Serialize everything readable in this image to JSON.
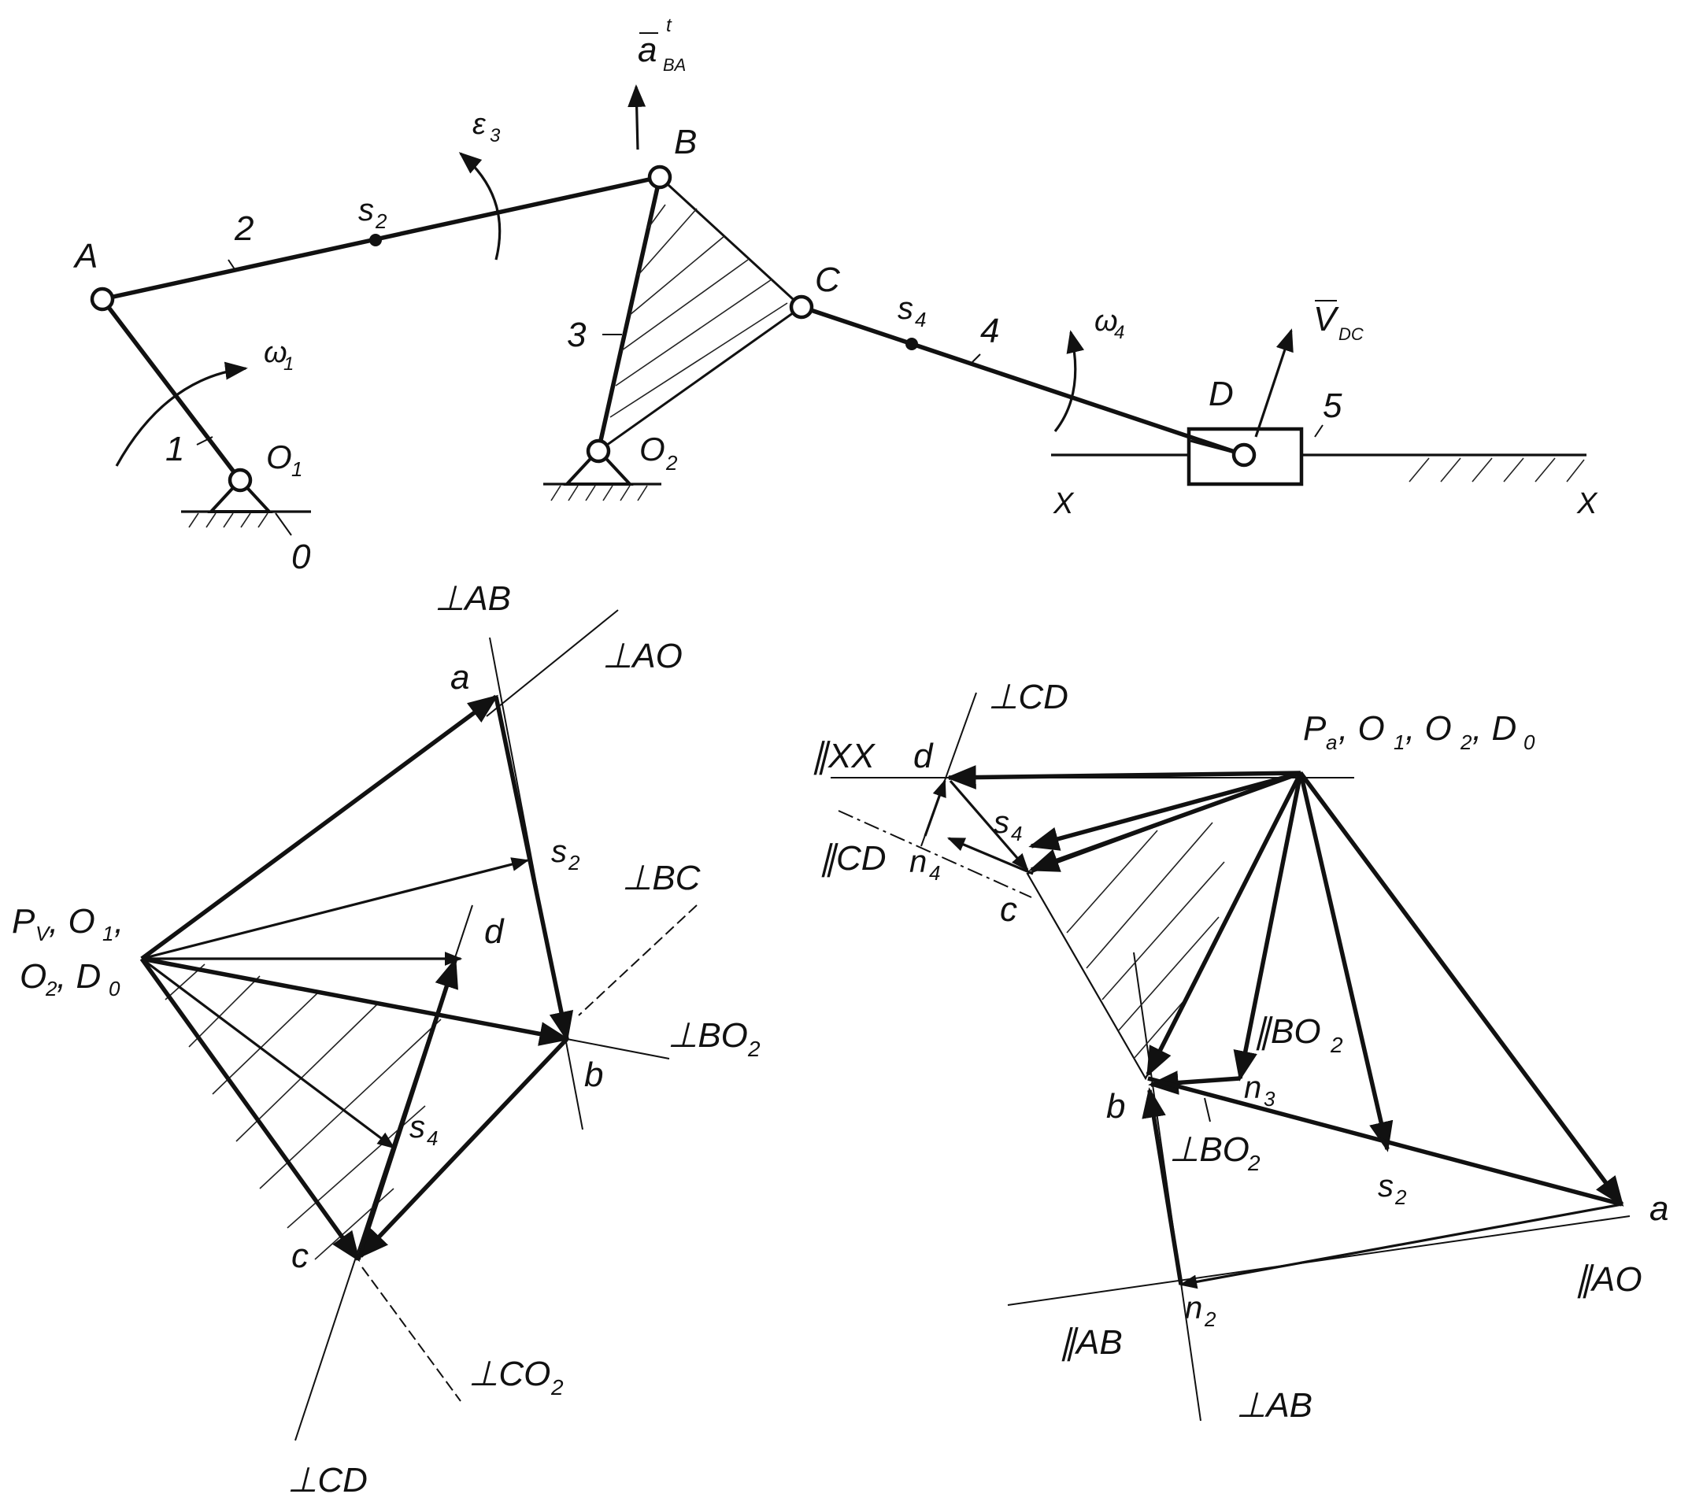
{
  "mechanism": {
    "joint_A": "A",
    "joint_B": "B",
    "joint_C": "C",
    "joint_D": "D",
    "pivot_O1": "O",
    "pivot_O1_sub": "1",
    "pivot_O2": "O",
    "pivot_O2_sub": "2",
    "link_1": "1",
    "link_2": "2",
    "link_3": "3",
    "link_4": "4",
    "link_5": "5",
    "frame_0": "0",
    "center_s2": "s",
    "center_s2_sub": "2",
    "center_s4": "s",
    "center_s4_sub": "4",
    "omega1": "ω",
    "omega1_sub": "1",
    "omega4": "ω",
    "omega4_sub": "4",
    "eps3": "ε",
    "eps3_sub": "3",
    "accel_BA": "a",
    "accel_BA_sup": "t",
    "accel_BA_sub": "BA",
    "vel_DC": "V",
    "vel_DC_sub": "DC",
    "guide_left": "X",
    "guide_right": "X"
  },
  "velocity_plan": {
    "pole_line1": "P",
    "pole_line1_sub": "V",
    "pole_line1_rest": ", O",
    "pole_line1_sub2": "1",
    "pole_line1_end": ",",
    "pole_line2": "O",
    "pole_line2_sub": "2",
    "pole_line2_mid": ", D",
    "pole_line2_sub2": "0",
    "pt_a": "a",
    "pt_b": "b",
    "pt_c": "c",
    "pt_d": "d",
    "pt_s2": "s",
    "pt_s2_sub": "2",
    "pt_s4": "s",
    "pt_s4_sub": "4",
    "perp_AB": "⊥AB",
    "perp_AO": "⊥AO",
    "perp_BC": "⊥BC",
    "perp_BO2": "⊥BO",
    "perp_BO2_sub": "2",
    "perp_CO2": "⊥CO",
    "perp_CO2_sub": "2",
    "perp_CD": "⊥CD"
  },
  "acceleration_plan": {
    "pole": "P",
    "pole_sub": "a",
    "pole_rest1": ", O",
    "pole_sub1": "1",
    "pole_rest2": ", O",
    "pole_sub2": "2",
    "pole_rest3": ", D",
    "pole_sub3": "0",
    "pt_a": "a",
    "pt_b": "b",
    "pt_c": "c",
    "pt_d": "d",
    "pt_s2": "s",
    "pt_s2_sub": "2",
    "pt_s4": "s",
    "pt_s4_sub": "4",
    "pt_n2": "n",
    "pt_n2_sub": "2",
    "pt_n3": "n",
    "pt_n3_sub": "3",
    "pt_n4": "n",
    "pt_n4_sub": "4",
    "perp_CD": "⊥CD",
    "par_XX": "∥XX",
    "par_CD": "∥CD",
    "par_BO2": "∥BO",
    "par_BO2_sub": "2",
    "perp_BO2": "⊥BO",
    "perp_BO2_sub": "2",
    "par_AO": "∥AO",
    "par_AB": "∥AB",
    "perp_AB": "⊥AB"
  }
}
